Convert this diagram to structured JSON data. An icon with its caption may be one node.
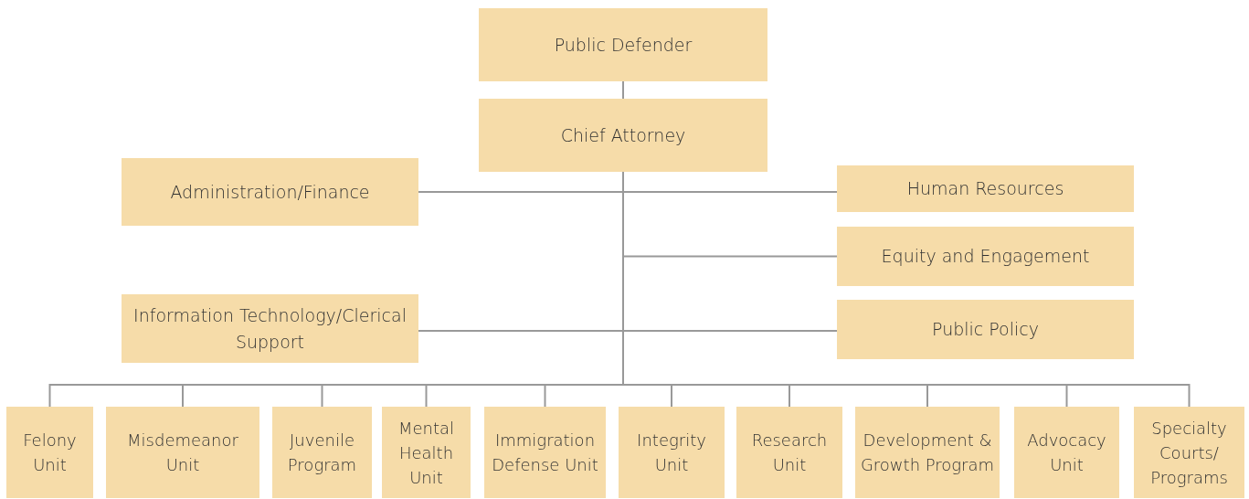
{
  "diagram": {
    "nodes": [
      {
        "text": [
          "Public Defender"
        ]
      },
      {
        "text": [
          "Chief Attorney"
        ]
      },
      {
        "text": [
          "Administration/Finance"
        ]
      },
      {
        "text": [
          "Human Resources"
        ]
      },
      {
        "text": [
          "Equity and Engagement"
        ]
      },
      {
        "text": [
          "Information Technology/Clerical Support"
        ]
      },
      {
        "text": [
          "Public Policy"
        ]
      },
      {
        "text": [
          "Felony Unit"
        ]
      },
      {
        "text": [
          "Misdemeanor Unit"
        ]
      },
      {
        "text": [
          "Juvenile Program"
        ]
      },
      {
        "text": [
          "Mental Health Unit"
        ]
      },
      {
        "text": [
          "Immigration Defense Unit"
        ]
      },
      {
        "text": [
          "Integrity Unit"
        ]
      },
      {
        "text": [
          "Research Unit"
        ]
      },
      {
        "text": [
          "Development & Growth Program"
        ]
      },
      {
        "text": [
          "Advocacy Unit"
        ]
      },
      {
        "text": [
          "Specialty Courts/ Programs"
        ]
      }
    ],
    "edges": [
      {
        "from": 0,
        "to": 1,
        "arrow": "none"
      },
      {
        "from": 1,
        "to": 2,
        "arrow": "none"
      },
      {
        "from": 1,
        "to": 3,
        "arrow": "none"
      },
      {
        "from": 1,
        "to": 4,
        "arrow": "none"
      },
      {
        "from": 1,
        "to": 5,
        "arrow": "none"
      },
      {
        "from": 1,
        "to": 6,
        "arrow": "none"
      },
      {
        "from": 1,
        "to": 7,
        "arrow": "none"
      },
      {
        "from": 1,
        "to": 8,
        "arrow": "none"
      },
      {
        "from": 1,
        "to": 9,
        "arrow": "none"
      },
      {
        "from": 1,
        "to": 10,
        "arrow": "none"
      },
      {
        "from": 1,
        "to": 11,
        "arrow": "none"
      },
      {
        "from": 1,
        "to": 12,
        "arrow": "none"
      },
      {
        "from": 1,
        "to": 13,
        "arrow": "none"
      },
      {
        "from": 1,
        "to": 14,
        "arrow": "none"
      },
      {
        "from": 1,
        "to": 15,
        "arrow": "none"
      },
      {
        "from": 1,
        "to": 16,
        "arrow": "none"
      }
    ]
  }
}
